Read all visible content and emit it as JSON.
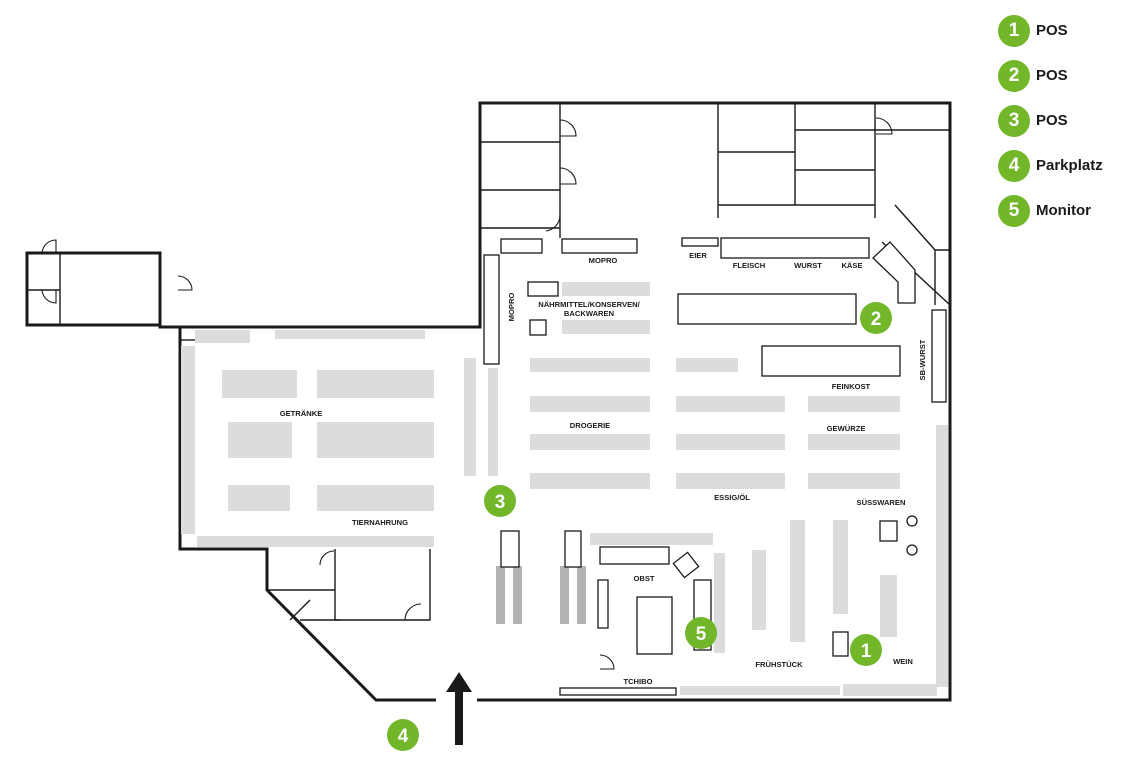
{
  "legend": [
    {
      "num": "1",
      "label": "POS"
    },
    {
      "num": "2",
      "label": "POS"
    },
    {
      "num": "3",
      "label": "POS"
    },
    {
      "num": "4",
      "label": "Parkplatz"
    },
    {
      "num": "5",
      "label": "Monitor"
    }
  ],
  "areas": {
    "mopro_top": "MOPRO",
    "eier": "EIER",
    "fleisch": "FLEISCH",
    "wurst": "WURST",
    "kaese": "KÄSE",
    "mopro_side": "MOPRO",
    "naehrmittel_1": "NÄHRMITTEL/KONSERVEN/",
    "naehrmittel_2": "BACKWAREN",
    "sb_wurst": "SB-WURST",
    "feinkost": "FEINKOST",
    "getraenke": "GETRÄNKE",
    "drogerie": "DROGERIE",
    "gewuerze": "GEWÜRZE",
    "essig_oel": "ESSIG/ÖL",
    "suesswaren": "SÜSSWAREN",
    "tiernahrung": "TIERNAHRUNG",
    "obst": "OBST",
    "fruehstueck": "FRÜHSTÜCK",
    "wein": "WEIN",
    "tchibo": "TCHIBO"
  },
  "markers": {
    "m1": "1",
    "m2": "2",
    "m3": "3",
    "m4": "4",
    "m5": "5"
  },
  "colors": {
    "accent": "#72b62a",
    "shelf": "#dcdcdc",
    "wall": "#1a1a1a"
  }
}
